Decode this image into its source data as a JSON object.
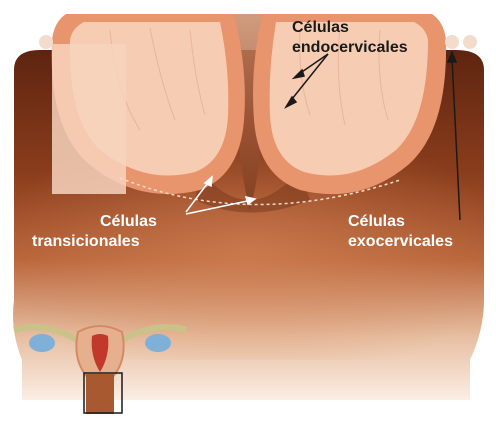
{
  "labels": {
    "endocervical_line1": "Células",
    "endocervical_line2": "endocervicales",
    "transitional_line1": "Células",
    "transitional_line2": "transicionales",
    "exocervical_line1": "Células",
    "exocervical_line2": "exocervicales"
  },
  "colors": {
    "tissue_dark": "#6b2a12",
    "tissue_mid": "#a9502a",
    "tissue_light": "#f3dccb",
    "gland_fill": "#f6cdb2",
    "gland_border": "#e8946d",
    "label_on_dark": "#ffffff",
    "label_on_light": "#1a1a1a"
  }
}
